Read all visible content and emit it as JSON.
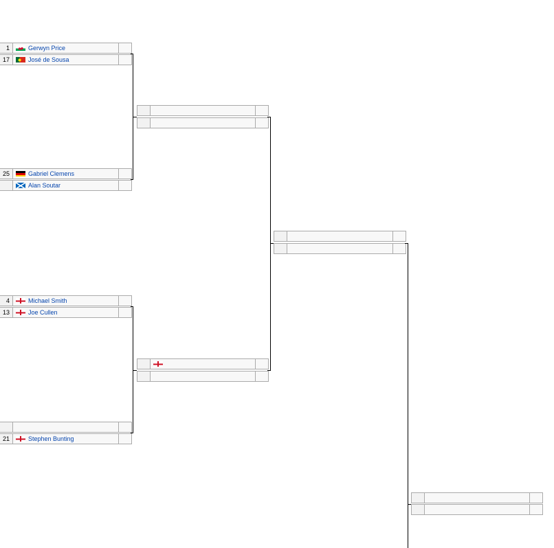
{
  "round1": [
    {
      "seed": "1",
      "flag": "wales",
      "name": "Gerwyn Price",
      "score": ""
    },
    {
      "seed": "17",
      "flag": "portugal",
      "name": "José de Sousa",
      "score": ""
    },
    {
      "seed": "25",
      "flag": "germany",
      "name": "Gabriel Clemens",
      "score": ""
    },
    {
      "seed": "",
      "flag": "scotland",
      "name": "Alan Soutar",
      "score": ""
    },
    {
      "seed": "4",
      "flag": "england",
      "name": "Michael Smith",
      "score": ""
    },
    {
      "seed": "13",
      "flag": "england",
      "name": "Joe Cullen",
      "score": ""
    },
    {
      "seed": "",
      "flag": "",
      "name": "",
      "score": ""
    },
    {
      "seed": "21",
      "flag": "england",
      "name": "Stephen Bunting",
      "score": ""
    }
  ],
  "round2": [
    {
      "seed": "",
      "flag": "",
      "name": "",
      "score": ""
    },
    {
      "seed": "",
      "flag": "",
      "name": "",
      "score": ""
    },
    {
      "seed": "",
      "flag": "england",
      "name": "",
      "score": ""
    },
    {
      "seed": "",
      "flag": "",
      "name": "",
      "score": ""
    }
  ],
  "round3": [
    {
      "seed": "",
      "flag": "",
      "name": "",
      "score": ""
    },
    {
      "seed": "",
      "flag": "",
      "name": "",
      "score": ""
    }
  ],
  "round4": [
    {
      "seed": "",
      "flag": "",
      "name": "",
      "score": ""
    },
    {
      "seed": "",
      "flag": "",
      "name": "",
      "score": ""
    }
  ]
}
